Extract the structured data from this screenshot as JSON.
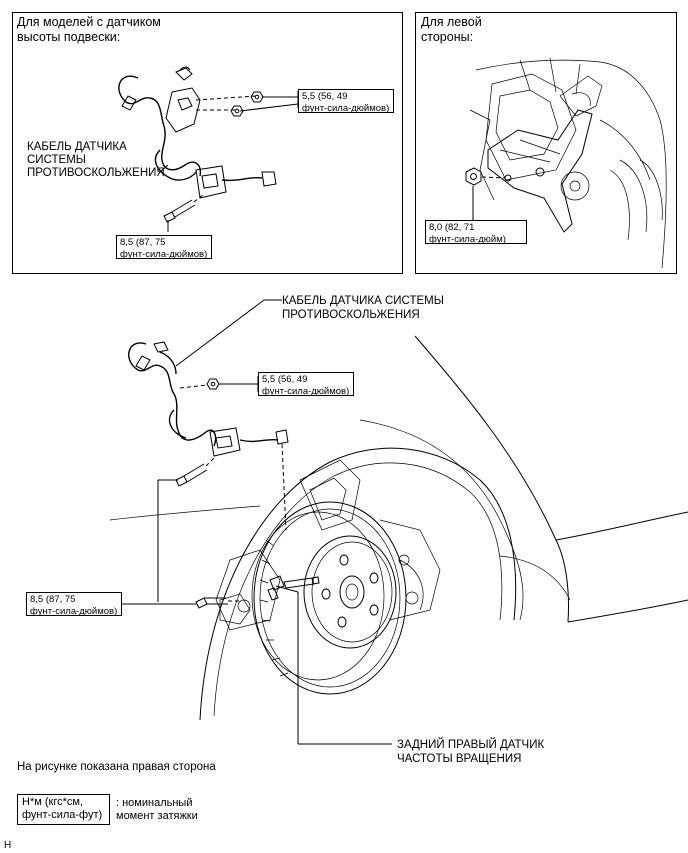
{
  "panel_left": {
    "title_line1": "Для моделей с датчиком",
    "title_line2": "высоты подвески:",
    "cable_label_line1": "КАБЕЛЬ ДАТЧИКА",
    "cable_label_line2": "СИСТЕМЫ",
    "cable_label_line3": "ПРОТИВОСКОЛЬЖЕНИЯ",
    "torque_nut_line1": "5,5 (56, 49",
    "torque_nut_line2": "фунт-сила-дюймов)",
    "torque_bolt_line1": "8,5 (87, 75",
    "torque_bolt_line2": "фунт-сила-дюймов)"
  },
  "panel_right": {
    "title_line1": "Для левой",
    "title_line2": "стороны:",
    "torque_line1": "8,0 (82, 71",
    "torque_line2": "фунт-сила-дюйм)"
  },
  "main": {
    "cable_label_line1": "КАБЕЛЬ ДАТЧИКА СИСТЕМЫ",
    "cable_label_line2": "ПРОТИВОСКОЛЬЖЕНИЯ",
    "torque_nut_line1": "5,5 (56, 49",
    "torque_nut_line2": "фунт-сила-дюймов)",
    "torque_bolt_line1": "8,5 (87, 75",
    "torque_bolt_line2": "фунт-сила-дюймов)",
    "sensor_label_line1": "ЗАДНИЙ ПРАВЫЙ ДАТЧИК",
    "sensor_label_line2": "ЧАСТОТЫ ВРАЩЕНИЯ"
  },
  "caption": "На рисунке показана правая сторона",
  "legend": {
    "box_line1": "Н*м (кгс*см,",
    "box_line2": "фунт-сила-фут)",
    "desc_line1": ": номинальный",
    "desc_line2": "момент затяжки"
  },
  "corner_mark": "H"
}
